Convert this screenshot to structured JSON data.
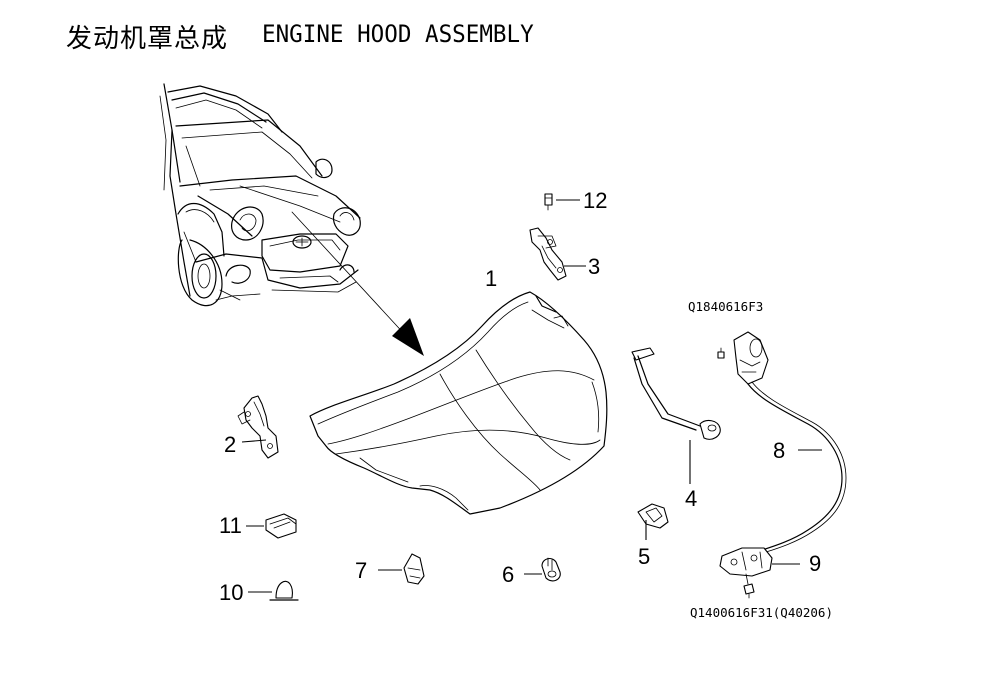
{
  "title": {
    "chinese": "发动机罩总成",
    "english": "ENGINE HOOD ASSEMBLY"
  },
  "callouts": {
    "c1": "1",
    "c2": "2",
    "c3": "3",
    "c4": "4",
    "c5": "5",
    "c6": "6",
    "c7": "7",
    "c8": "8",
    "c9": "9",
    "c10": "10",
    "c11": "11",
    "c12": "12"
  },
  "part_codes": {
    "upper_bolt": "Q1840616F3",
    "lower_bolt": "Q1400616F31(Q40206)"
  }
}
